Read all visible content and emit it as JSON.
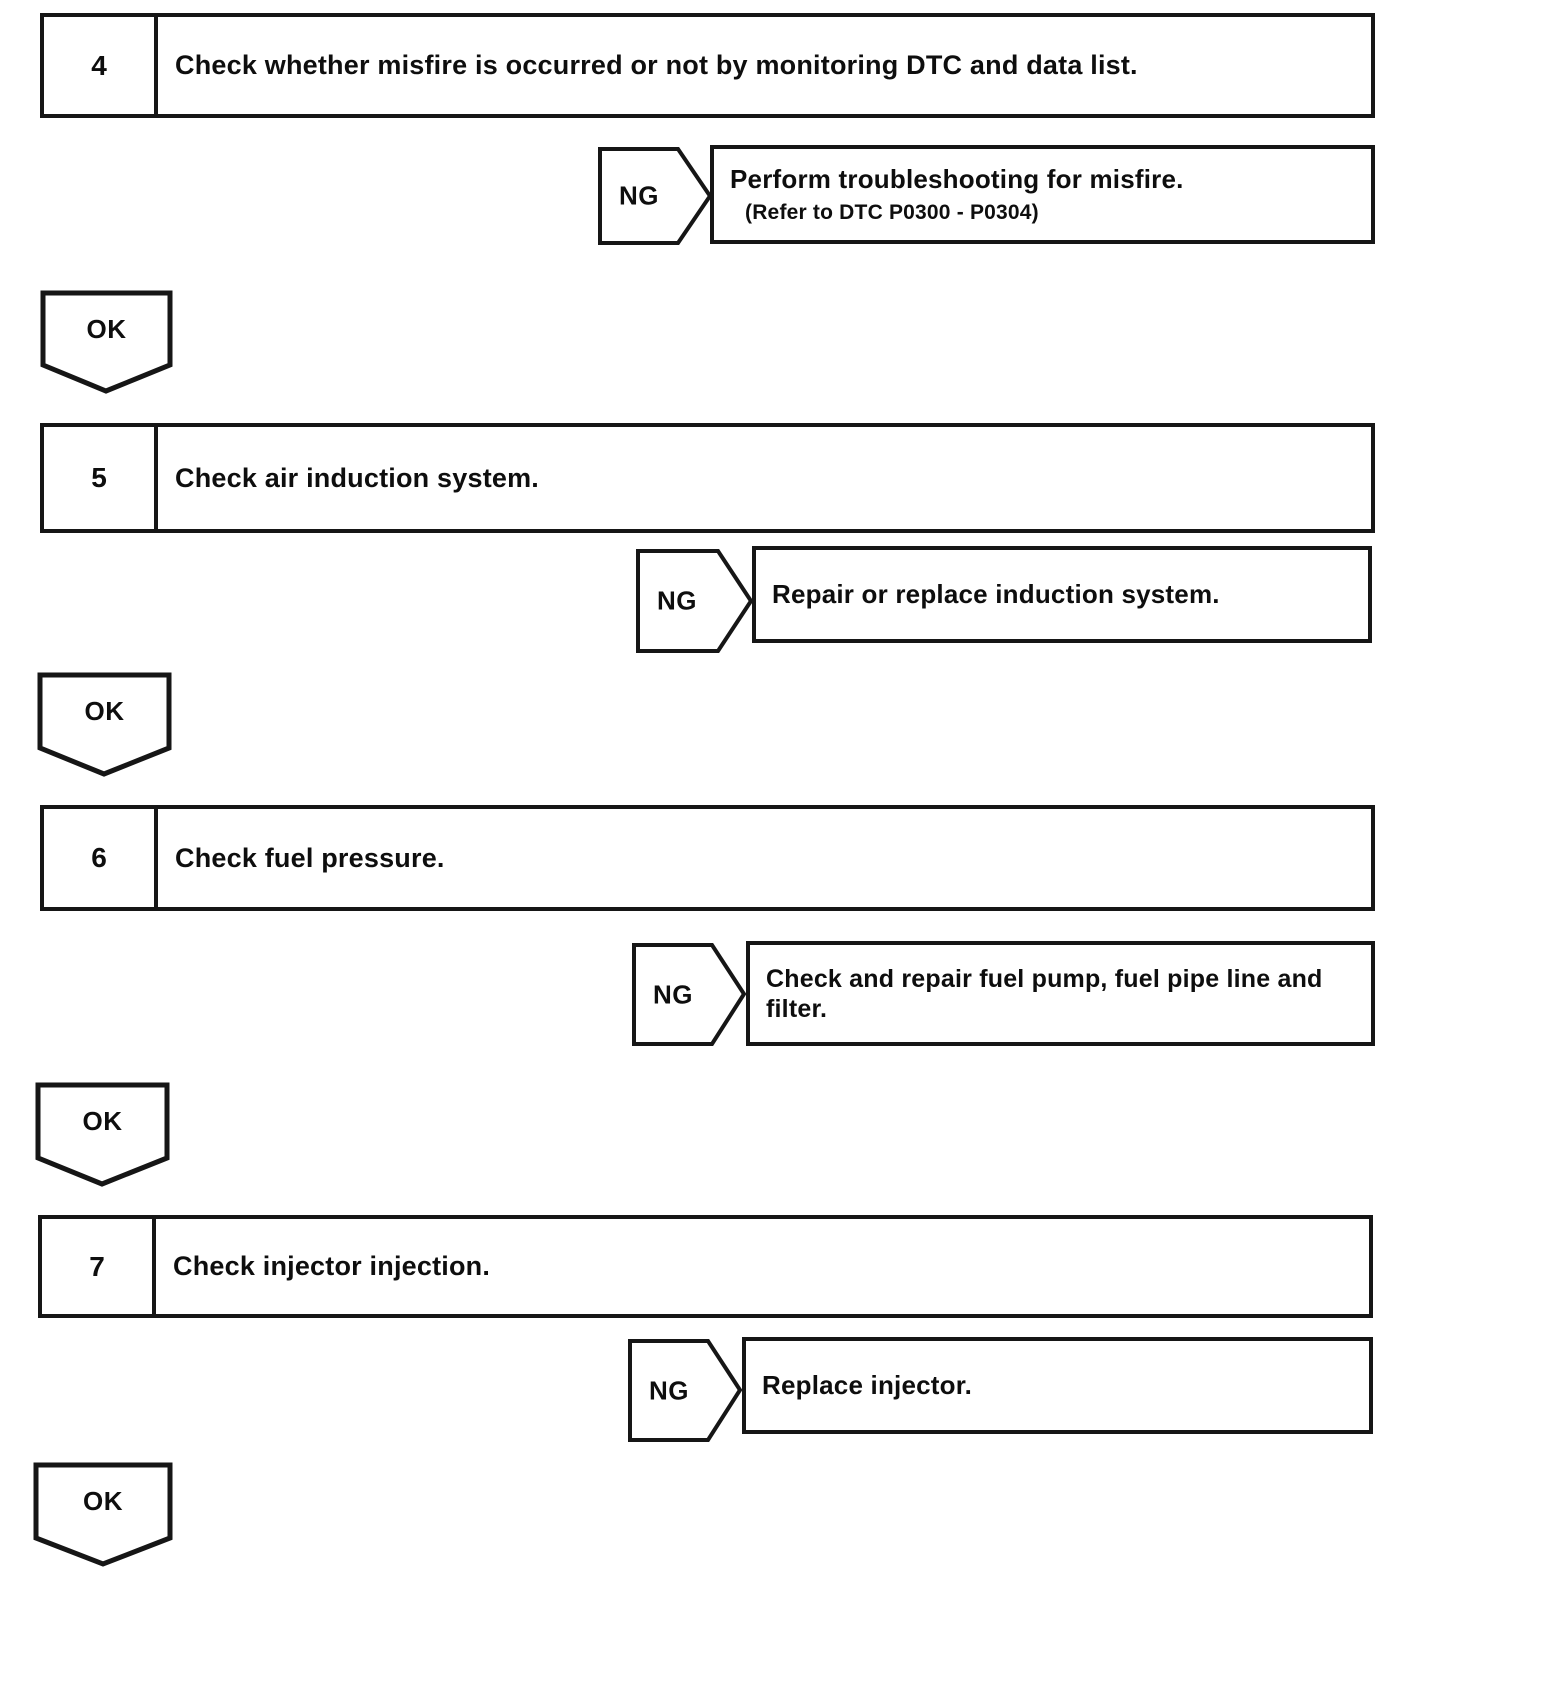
{
  "page": {
    "background": "#ffffff",
    "line_color": "#161616",
    "text_color": "#0e0e0e"
  },
  "steps": [
    {
      "number": "4",
      "title": "Check whether misfire is occurred or not by monitoring DTC and data list.",
      "ng": {
        "label": "NG",
        "result": "Perform troubleshooting for misfire.",
        "note": "(Refer to DTC P0300 - P0304)"
      },
      "ok": {
        "label": "OK"
      }
    },
    {
      "number": "5",
      "title": "Check air induction system.",
      "ng": {
        "label": "NG",
        "result": "Repair or replace induction system."
      },
      "ok": {
        "label": "OK"
      }
    },
    {
      "number": "6",
      "title": "Check fuel pressure.",
      "ng": {
        "label": "NG",
        "result": "Check and repair fuel pump, fuel pipe line and filter."
      },
      "ok": {
        "label": "OK"
      }
    },
    {
      "number": "7",
      "title": "Check injector injection.",
      "ng": {
        "label": "NG",
        "result": "Replace injector."
      },
      "ok": {
        "label": "OK"
      }
    }
  ]
}
